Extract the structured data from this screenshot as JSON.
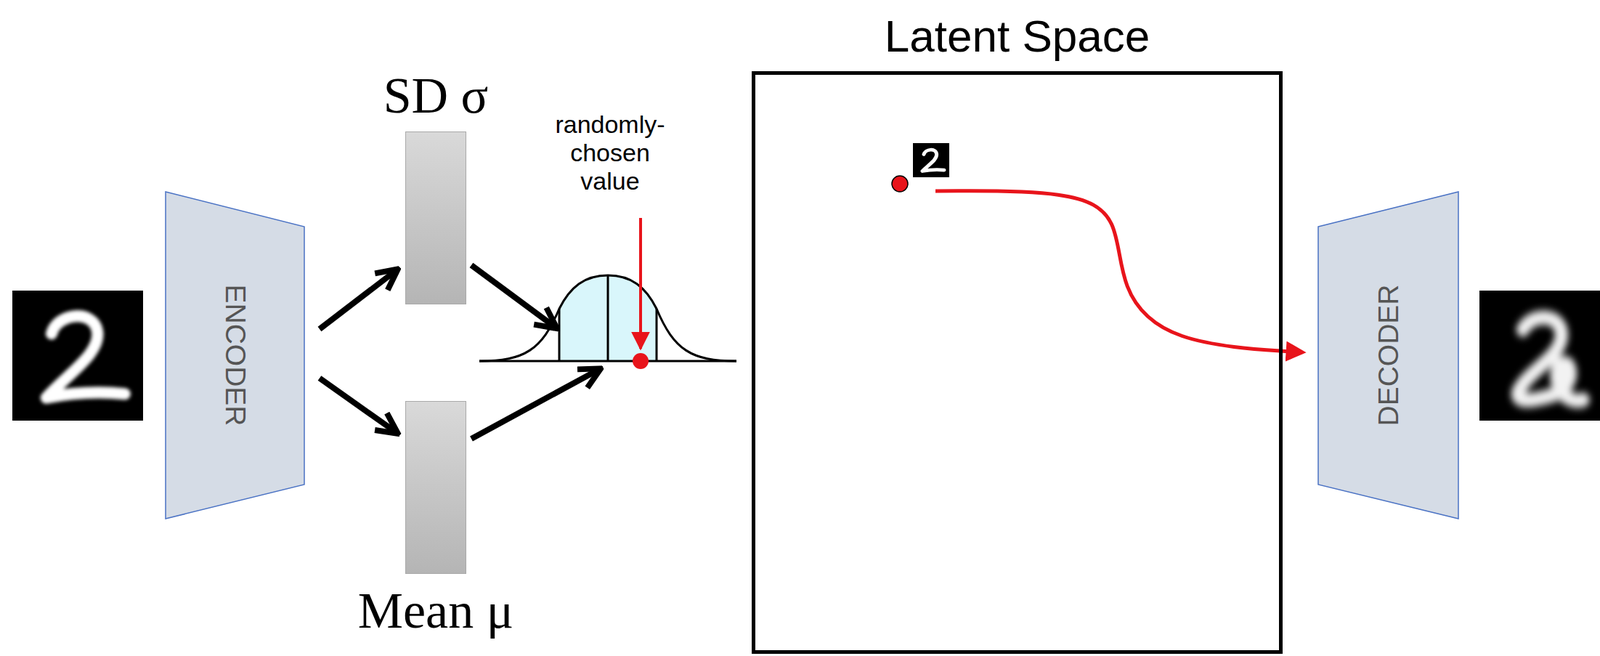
{
  "diagram": {
    "nodes": [
      {
        "text": [
          "ENCODER"
        ]
      },
      {
        "text": [
          "SD σ"
        ]
      },
      {
        "text": [
          "Mean μ"
        ]
      },
      {
        "text": [
          "Latent Space"
        ]
      },
      {
        "text": [
          "DECODER"
        ]
      }
    ],
    "edges": [
      {
        "from": 0,
        "to": 1,
        "arrow": "to"
      },
      {
        "from": 0,
        "to": 2,
        "arrow": "to"
      },
      {
        "from": 3,
        "to": 4,
        "arrow": "to"
      }
    ],
    "labels": [
      "randomly- chosen value"
    ]
  }
}
